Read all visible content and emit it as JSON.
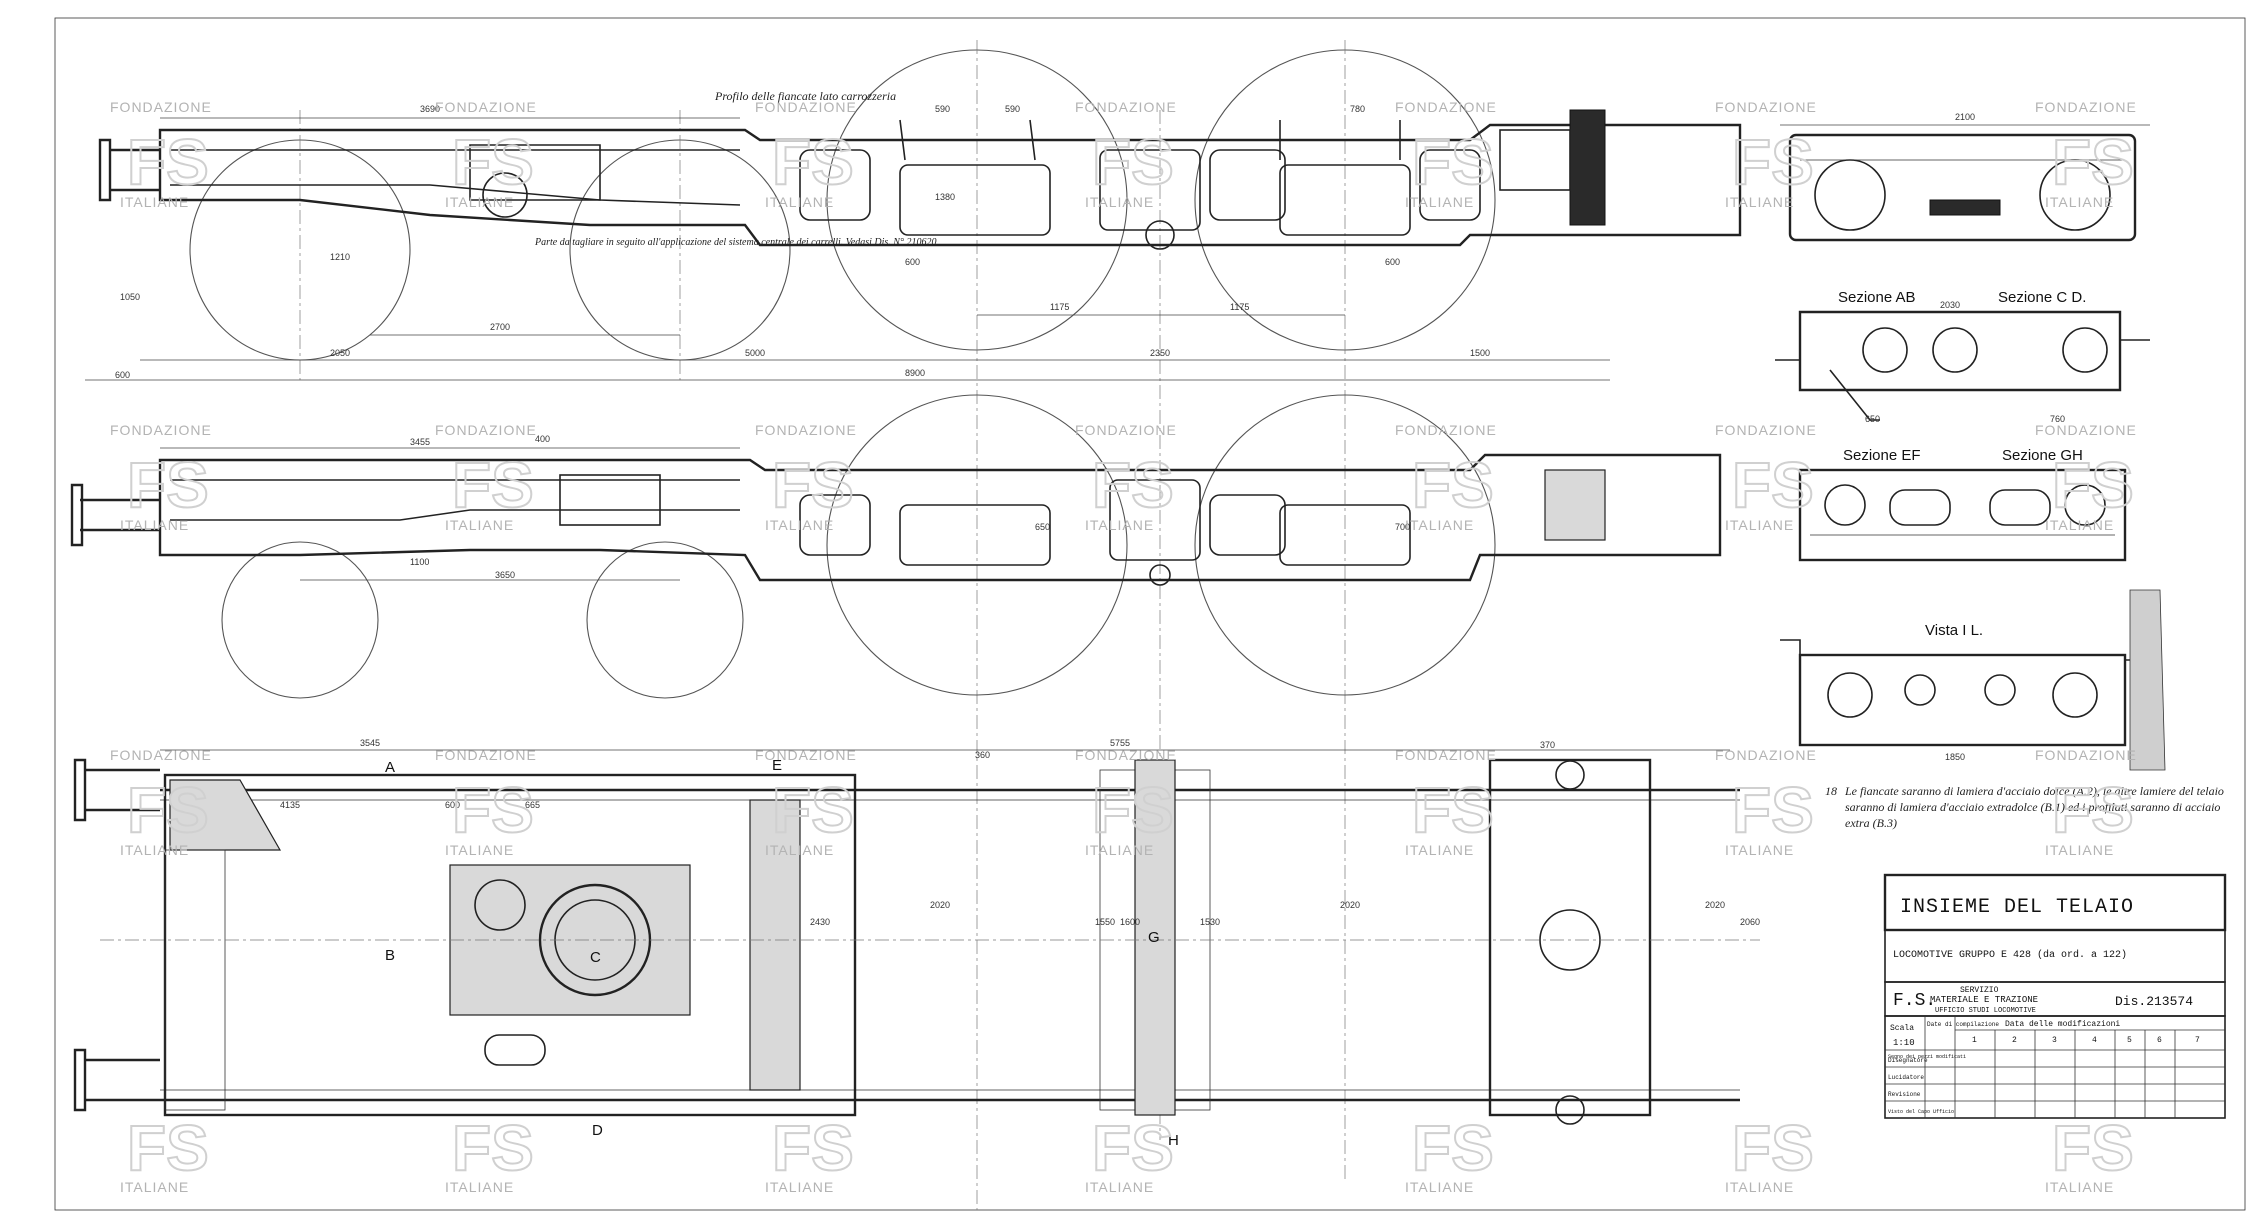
{
  "drawing": {
    "title": "INSIEME DEL TELAIO",
    "subtitle": "LOCOMOTIVE GRUPPO E 428 (da ord. a 122)",
    "org_short": "F.S.",
    "org_line1": "SERVIZIO",
    "org_line2": "MATERIALE E TRAZIONE",
    "org_line3": "UFFICIO STUDI LOCOMOTIVE",
    "number": "Dis.213574",
    "scale_label": "Scala",
    "scale_value": "1:10",
    "dates_label": "Date di compilazione",
    "modifications_label": "Data delle modificazioni",
    "modification_cols": [
      "1",
      "2",
      "3",
      "4",
      "5",
      "6",
      "7"
    ],
    "row_labels": [
      "Disegnatore",
      "Lucidatore",
      "Revisione",
      "Visto del Capo Ufficio"
    ],
    "col_labels": [
      "Segno dei pezzi modificati"
    ]
  },
  "sections": {
    "ab": "Sezione AB",
    "cd": "Sezione C D.",
    "ef": "Sezione EF",
    "gh": "Sezione GH",
    "il": "Vista I L."
  },
  "letters": [
    "A",
    "B",
    "C",
    "D",
    "E",
    "G",
    "H"
  ],
  "notes": {
    "main": "Le fiancate saranno di lamiera d'acciaio dolce (A.2), le altre lamiere del telaio saranno di lamiera d'acciaio extradolce (B.1) ed i profilati saranno di acciaio extra (B.3)",
    "note_number": "18",
    "profile": "Profilo delle fiancate lato carrozzeria",
    "cut_note": "Parte da tagliare in seguito all'applicazione del sistema centrale dei carrelli. Vedasi Dis. N° 210620"
  },
  "dimensions": {
    "top": [
      "3690",
      "590",
      "590",
      "780",
      "2100",
      "1050",
      "2700",
      "1175",
      "1175",
      "600",
      "600",
      "600",
      "2050",
      "5000",
      "2350",
      "1500",
      "8900",
      "1380",
      "1210"
    ],
    "mid": [
      "3455",
      "400",
      "3650",
      "1100",
      "650",
      "700"
    ],
    "bottom": [
      "3545",
      "5755",
      "360",
      "370",
      "4135",
      "665",
      "600",
      "2020",
      "2020",
      "2020",
      "1600",
      "1530",
      "2430",
      "1550",
      "2060"
    ],
    "sections": [
      "2030",
      "650",
      "760",
      "1850"
    ]
  },
  "watermarks": {
    "fondazione": "FONDAZIONE",
    "italiane": "ITALIANE",
    "logo": "FS"
  }
}
